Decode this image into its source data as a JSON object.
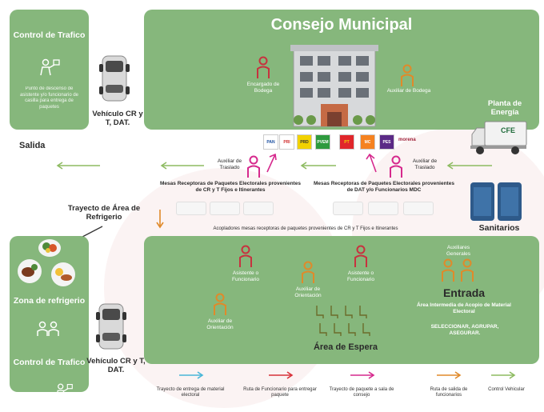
{
  "title": "Consejo Municipal",
  "top_left": {
    "title": "Control de Trafico",
    "desc": "Punto de descenso de asistente y/o funcionario de casilla para entrega de paquetes"
  },
  "vehicle_top": "Vehículo CR y T, DAT.",
  "vehicle_bottom": "Vehículo CR y T, DAT.",
  "salida": "Salida",
  "planta": "Planta de Energía",
  "cfe": "CFE",
  "sanitarios": "Sanitarios",
  "building_roles": {
    "left": "Encargado de Bodega",
    "right": "Auxiliar de Bodega"
  },
  "parties": [
    "PAN",
    "PRI",
    "PRD",
    "PVEM",
    "PT",
    "MC",
    "PES",
    "morena"
  ],
  "auxiliar_left": "Auxiliar de Traslado",
  "auxiliar_right": "Auxiliar de Traslado",
  "mesas_left": "Mesas Receptoras de Paquetes Electorales provenientes de CR y T Fijos e Itinerantes",
  "mesas_right": "Mesas Receptoras de Paquetes Electorales provenientes de DAT y/o Funcionarios MDC",
  "trayecto": "Trayecto de Área de Refrigerio",
  "acopladores": "Acopladores mesas receptoras de paquetes provenientes de CR y T Fijos e Itinerantes",
  "zona": "Zona de refrigerio",
  "bottom_left_control": "Control de Trafico",
  "lower": {
    "asesor_left": "Asistente o Funcionario",
    "asesor_right": "Asistente o Funcionario",
    "aux_orient_center": "Auxiliar de Orientación",
    "aux_orient_left": "Auxiliar de Orientación",
    "aux_generales": "Auxiliares Generales",
    "entrada": "Entrada",
    "entrada_sub": "Área Intermedia de Acopio de Material Electoral",
    "entrada_actions": "SELECCIONAR, AGRUPAR, ASEGURAR.",
    "espera": "Área de Espera"
  },
  "legend": [
    {
      "label": "Trayecto de entrega de material electoral",
      "color": "#49b6d8"
    },
    {
      "label": "Ruta de Funcionario para entregar paquete",
      "color": "#d8323a"
    },
    {
      "label": "Trayecto de paquete a sala de consejo",
      "color": "#d6298d"
    },
    {
      "label": "Ruta de salida de funcionarios",
      "color": "#e08a2a"
    },
    {
      "label": "Control Vehicular",
      "color": "#8dbb61"
    }
  ],
  "colors": {
    "green": "#86b77c",
    "red": "#c7323f",
    "pink": "#d6298d",
    "orange": "#e08a2a"
  }
}
